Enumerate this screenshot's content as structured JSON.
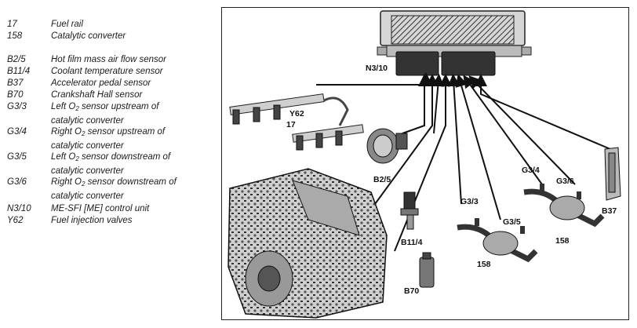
{
  "legend": [
    {
      "code": "17",
      "desc": "Fuel rail"
    },
    {
      "code": "158",
      "desc": "Catalytic converter"
    },
    {
      "code": "B2/5",
      "desc": "Hot film mass air flow sensor"
    },
    {
      "code": "B11/4",
      "desc": "Coolant temperature sensor"
    },
    {
      "code": "B37",
      "desc": "Accelerator pedal sensor"
    },
    {
      "code": "B70",
      "desc": "Crankshaft Hall sensor"
    },
    {
      "code": "G3/3",
      "desc_a": "Left O",
      "desc_sub": "2",
      "desc_b": " sensor upstream of",
      "desc_cont": "catalytic converter"
    },
    {
      "code": "G3/4",
      "desc_a": "Right O",
      "desc_sub": "2",
      "desc_b": " sensor upstream of",
      "desc_cont": "catalytic converter"
    },
    {
      "code": "G3/5",
      "desc_a": "Left O",
      "desc_sub": "2",
      "desc_b": " sensor downstream of",
      "desc_cont": "catalytic converter"
    },
    {
      "code": "G3/6",
      "desc_a": "Right O",
      "desc_sub": "2",
      "desc_b": " sensor downstream of",
      "desc_cont": "catalytic converter"
    },
    {
      "code": "N3/10",
      "desc": "ME-SFI [ME] control unit"
    },
    {
      "code": "Y62",
      "desc": "Fuel injection valves"
    }
  ],
  "diagram": {
    "labels": {
      "ecu": "N3/10",
      "injectors": "Y62",
      "fuel_rail": "17",
      "maf": "B2/5",
      "coolant": "B11/4",
      "crank": "B70",
      "o2_left_up": "G3/3",
      "o2_left_down": "G3/5",
      "cat_left": "158",
      "o2_right_up": "G3/4",
      "o2_right_down": "G3/6",
      "cat_right": "158",
      "pedal": "B37"
    }
  }
}
